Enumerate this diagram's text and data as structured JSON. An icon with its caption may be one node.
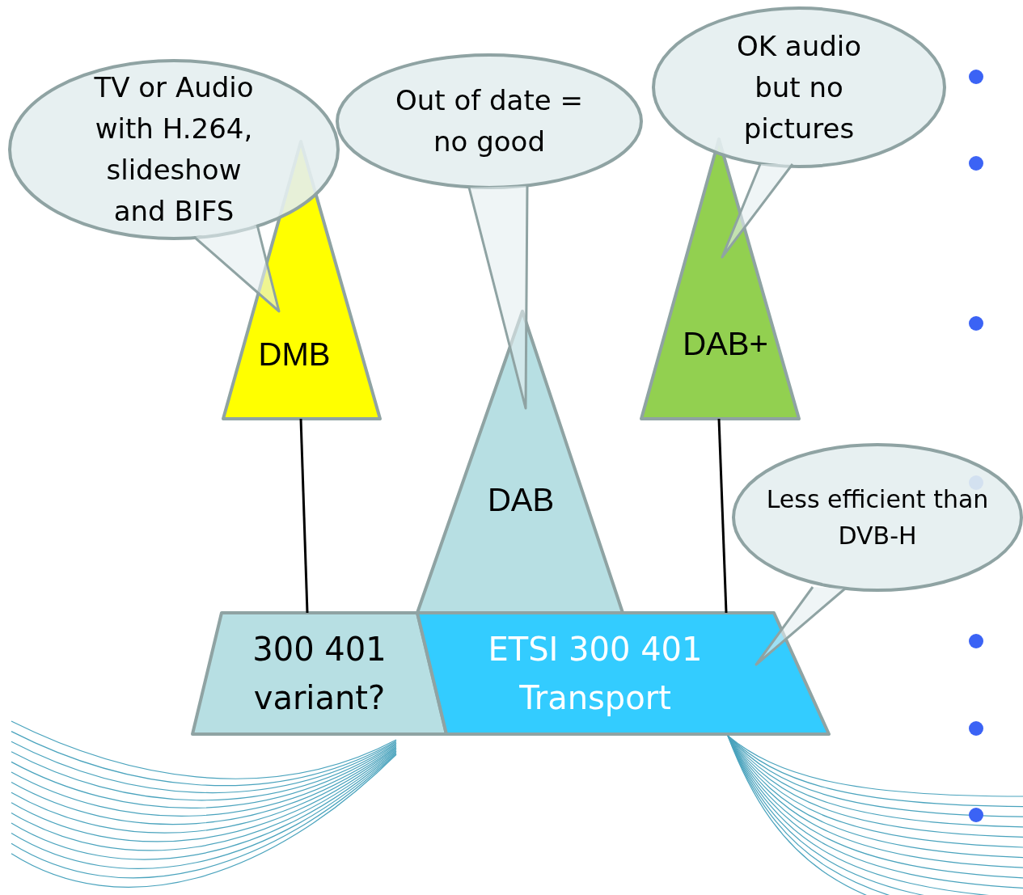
{
  "diagram": {
    "nodes": [
      {
        "text": [
          "TV or Audio with H.264, slideshow and BIFS"
        ]
      },
      {
        "text": [
          "Out of date = no good"
        ]
      },
      {
        "text": [
          "OK audio but no pictures"
        ]
      },
      {
        "text": [
          "DMB"
        ]
      },
      {
        "text": [
          "DAB"
        ]
      },
      {
        "text": [
          "DAB+"
        ]
      },
      {
        "text": [
          "Less efficient than DVB-H"
        ]
      },
      {
        "text": [
          "300 401 variant?"
        ]
      },
      {
        "text": [
          "ETSI 300 401 Transport"
        ]
      }
    ],
    "edges": [
      {
        "from": 0,
        "to": 3,
        "arrow": "none"
      },
      {
        "from": 1,
        "to": 4,
        "arrow": "none"
      },
      {
        "from": 2,
        "to": 5,
        "arrow": "none"
      },
      {
        "from": 6,
        "to": 8,
        "arrow": "none"
      },
      {
        "from": 3,
        "to": 7,
        "arrow": "none",
        "color": "#000000"
      },
      {
        "from": 5,
        "to": 8,
        "arrow": "none",
        "color": "#000000"
      }
    ]
  }
}
